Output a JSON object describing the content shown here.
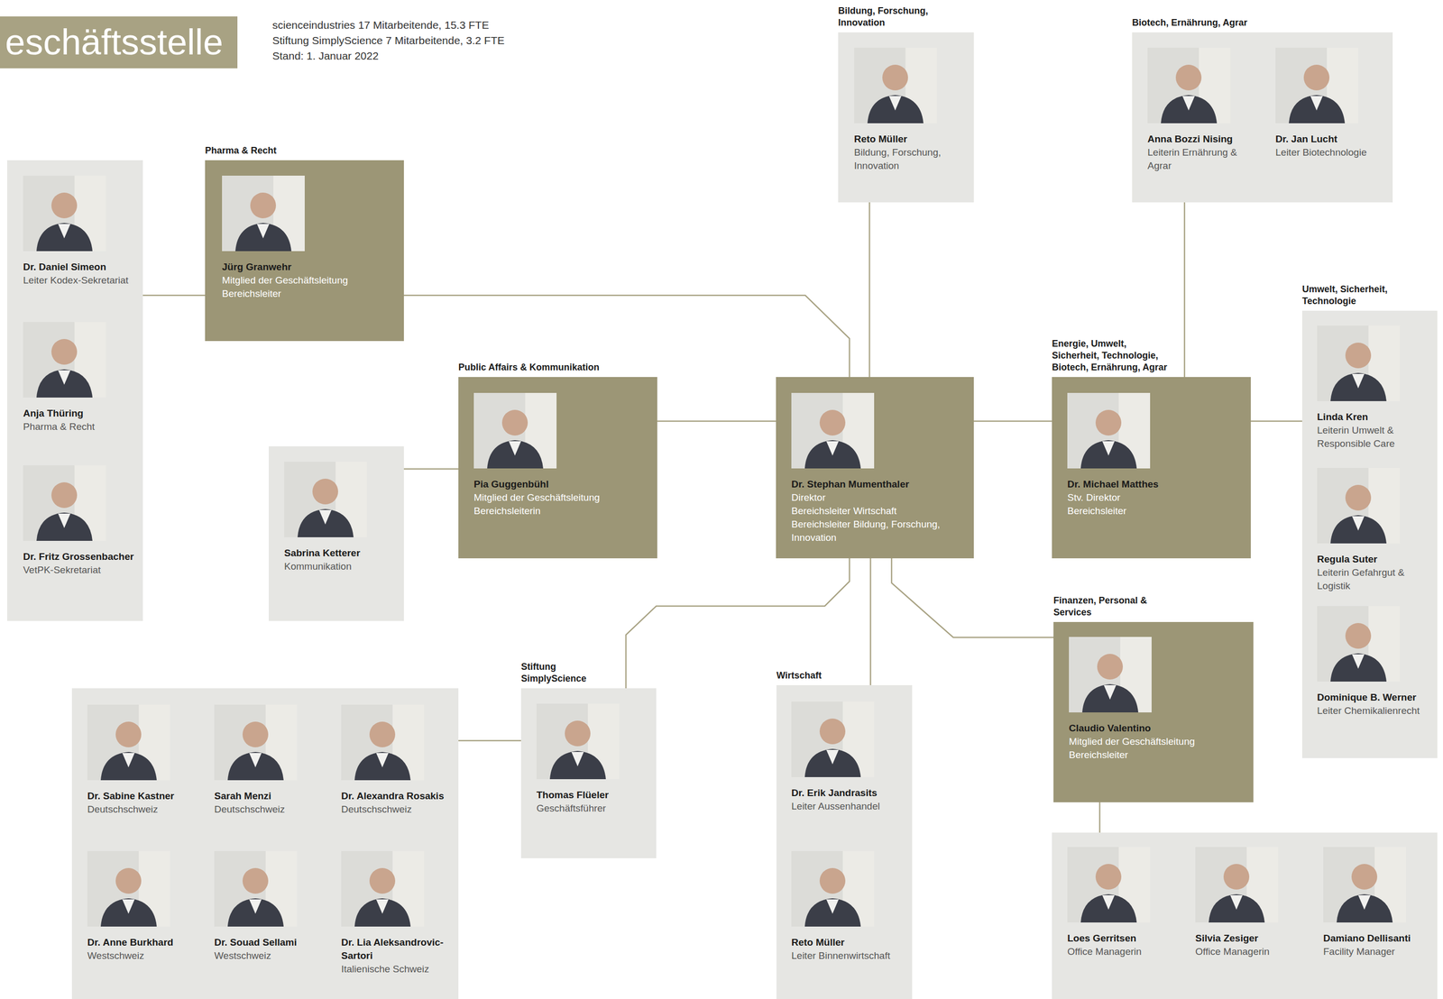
{
  "diagram": {
    "title": "eschäftsstelle",
    "nodes": [
      {
        "text": [
          "Bildung, Forschung, Innovation",
          "Reto Müller",
          "Bildung, Forschung, Innovation"
        ]
      },
      {
        "text": [
          "Biotech, Ernährung, Agrar",
          "Anna Bozzi Nising",
          "Leiterin Ernährung & Agrar",
          "Dr. Jan Lucht",
          "Leiter Biotechnologie"
        ]
      },
      {
        "text": [
          "Dr. Daniel Simeon",
          "Leiter Kodex-Sekretariat",
          "Anja Thüring",
          "Pharma & Recht",
          "Dr. Fritz Grossenbacher",
          "VetPK-Sekretariat"
        ]
      },
      {
        "text": [
          "Pharma & Recht",
          "Jürg Granwehr",
          "Mitglied der Geschäftsleitung",
          "Bereichsleiter"
        ]
      },
      {
        "text": [
          "Umwelt, Sicherheit, Technologie",
          "Linda Kren",
          "Leiterin Umwelt & Responsible Care",
          "Regula Suter",
          "Leiterin Gefahrgut & Logistik",
          "Dominique B. Werner",
          "Leiter Chemikalienrecht"
        ]
      },
      {
        "text": [
          "Sabrina Ketterer",
          "Kommunikation"
        ]
      },
      {
        "text": [
          "Public Affairs & Kommunikation",
          "Pia Guggenbühl",
          "Mitglied der Geschäftsleitung",
          "Bereichsleiterin"
        ]
      },
      {
        "text": [
          "Dr. Stephan Mumenthaler",
          "Direktor",
          "Bereichsleiter Wirtschaft",
          "Bereichsleiter Bildung, Forschung, Innovation"
        ]
      },
      {
        "text": [
          "Energie, Umwelt, Sicherheit, Technologie, Biotech, Ernährung, Agrar",
          "Dr. Michael Matthes",
          "Stv. Direktor",
          "Bereichsleiter"
        ]
      },
      {
        "text": [
          "Finanzen, Personal & Services",
          "Claudio Valentino",
          "Mitglied der Geschäftsleitung",
          "Bereichsleiter"
        ]
      },
      {
        "text": [
          "Dr. Sabine Kastner",
          "Deutschschweiz",
          "Sarah Menzi",
          "Deutschschweiz",
          "Dr. Alexandra Rosakis",
          "Deutschschweiz",
          "Dr. Anne Burkhard",
          "Westschweiz",
          "Dr. Souad Sellami",
          "Westschweiz",
          "Dr. Lia Aleksandrovic-Sartori",
          "Italienische Schweiz"
        ]
      },
      {
        "text": [
          "Stiftung SimplyScience",
          "Thomas Flüeler",
          "Geschäftsführer"
        ]
      },
      {
        "text": [
          "Wirtschaft",
          "Dr. Erik Jandrasits",
          "Leiter Aussenhandel",
          "Reto Müller",
          "Leiter Binnenwirtschaft"
        ]
      },
      {
        "text": [
          "Loes Gerritsen",
          "Office Managerin",
          "Silvia Zesiger",
          "Office Managerin",
          "Damiano Dellisanti",
          "Facility Manager"
        ]
      }
    ],
    "edges": [
      {
        "from": 7,
        "to": 3,
        "arrow": "none"
      },
      {
        "from": 3,
        "to": 2,
        "arrow": "none"
      },
      {
        "from": 7,
        "to": 0,
        "arrow": "none"
      },
      {
        "from": 7,
        "to": 6,
        "arrow": "none"
      },
      {
        "from": 6,
        "to": 5,
        "arrow": "none"
      },
      {
        "from": 7,
        "to": 8,
        "arrow": "none"
      },
      {
        "from": 8,
        "to": 1,
        "arrow": "none"
      },
      {
        "from": 8,
        "to": 4,
        "arrow": "none"
      },
      {
        "from": 7,
        "to": 11,
        "arrow": "none"
      },
      {
        "from": 11,
        "to": 10,
        "arrow": "none"
      },
      {
        "from": 7,
        "to": 12,
        "arrow": "none"
      },
      {
        "from": 7,
        "to": 9,
        "arrow": "none"
      },
      {
        "from": 9,
        "to": 13,
        "arrow": "none"
      }
    ],
    "labels": [
      "scienceindustries 17 Mitarbeitende, 15.3 FTE",
      "Stiftung SimplyScience 7 Mitarbeitende, 3.2 FTE",
      "Stand: 1. Januar 2022"
    ]
  }
}
